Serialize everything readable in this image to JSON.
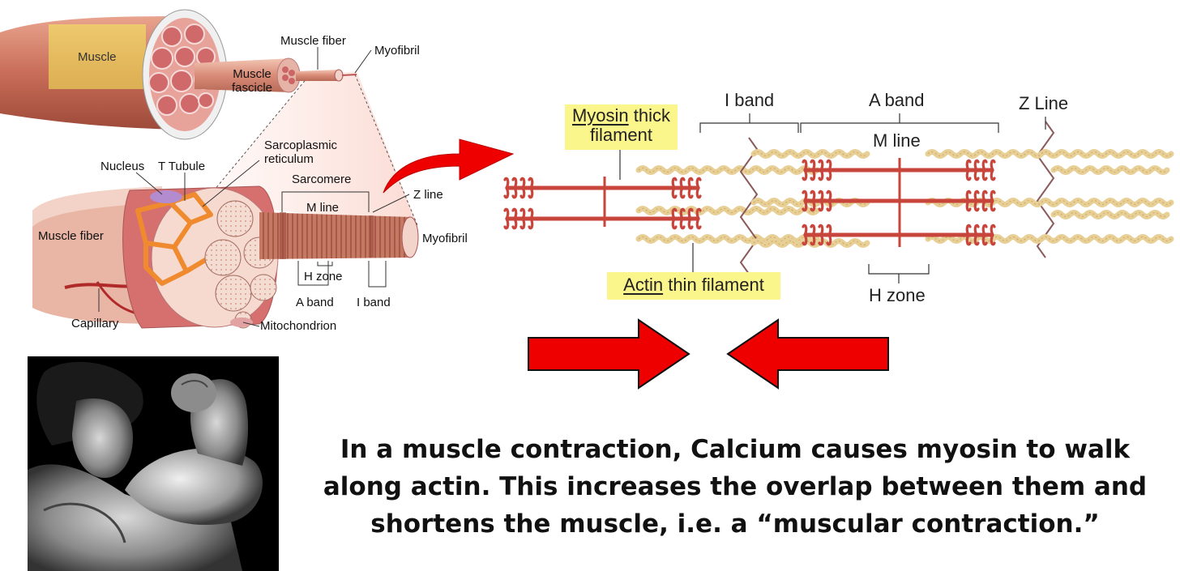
{
  "anatomy": {
    "muscle": "Muscle",
    "muscle_fiber_top": "Muscle fiber",
    "myofibril_top": "Myofibril",
    "muscle_fascicle": "Muscle fascicle",
    "sarcoplasmic_reticulum": "Sarcoplasmic reticulum",
    "nucleus": "Nucleus",
    "t_tubule": "T Tubule",
    "sarcomere": "Sarcomere",
    "z_line": "Z line",
    "m_line": "M line",
    "muscle_fiber_left": "Muscle fiber",
    "myofibril_right": "Myofibril",
    "h_zone": "H zone",
    "a_band": "A band",
    "i_band": "I band",
    "capillary": "Capillary",
    "mitochondrion": "Mitochondrion"
  },
  "sarcomere": {
    "myosin_word": "Myosin",
    "myosin_rest": " thick",
    "myosin_line2": "filament",
    "i_band": "I band",
    "a_band": "A band",
    "z_line": "Z Line",
    "m_line": "M line",
    "actin_word": "Actin",
    "actin_rest": " thin filament",
    "h_zone": "H zone"
  },
  "caption": {
    "line1": "In a muscle contraction, Calcium causes myosin to walk",
    "line2": "along actin. This increases the overlap between them and",
    "line3": "shortens the muscle, i.e. a “muscular contraction.”"
  },
  "colors": {
    "highlight": "#fbf68c",
    "arrow_red": "#ee0000",
    "myosin": "#c8453c",
    "actin": "#e8cf95",
    "muscle": "#c06a55"
  }
}
